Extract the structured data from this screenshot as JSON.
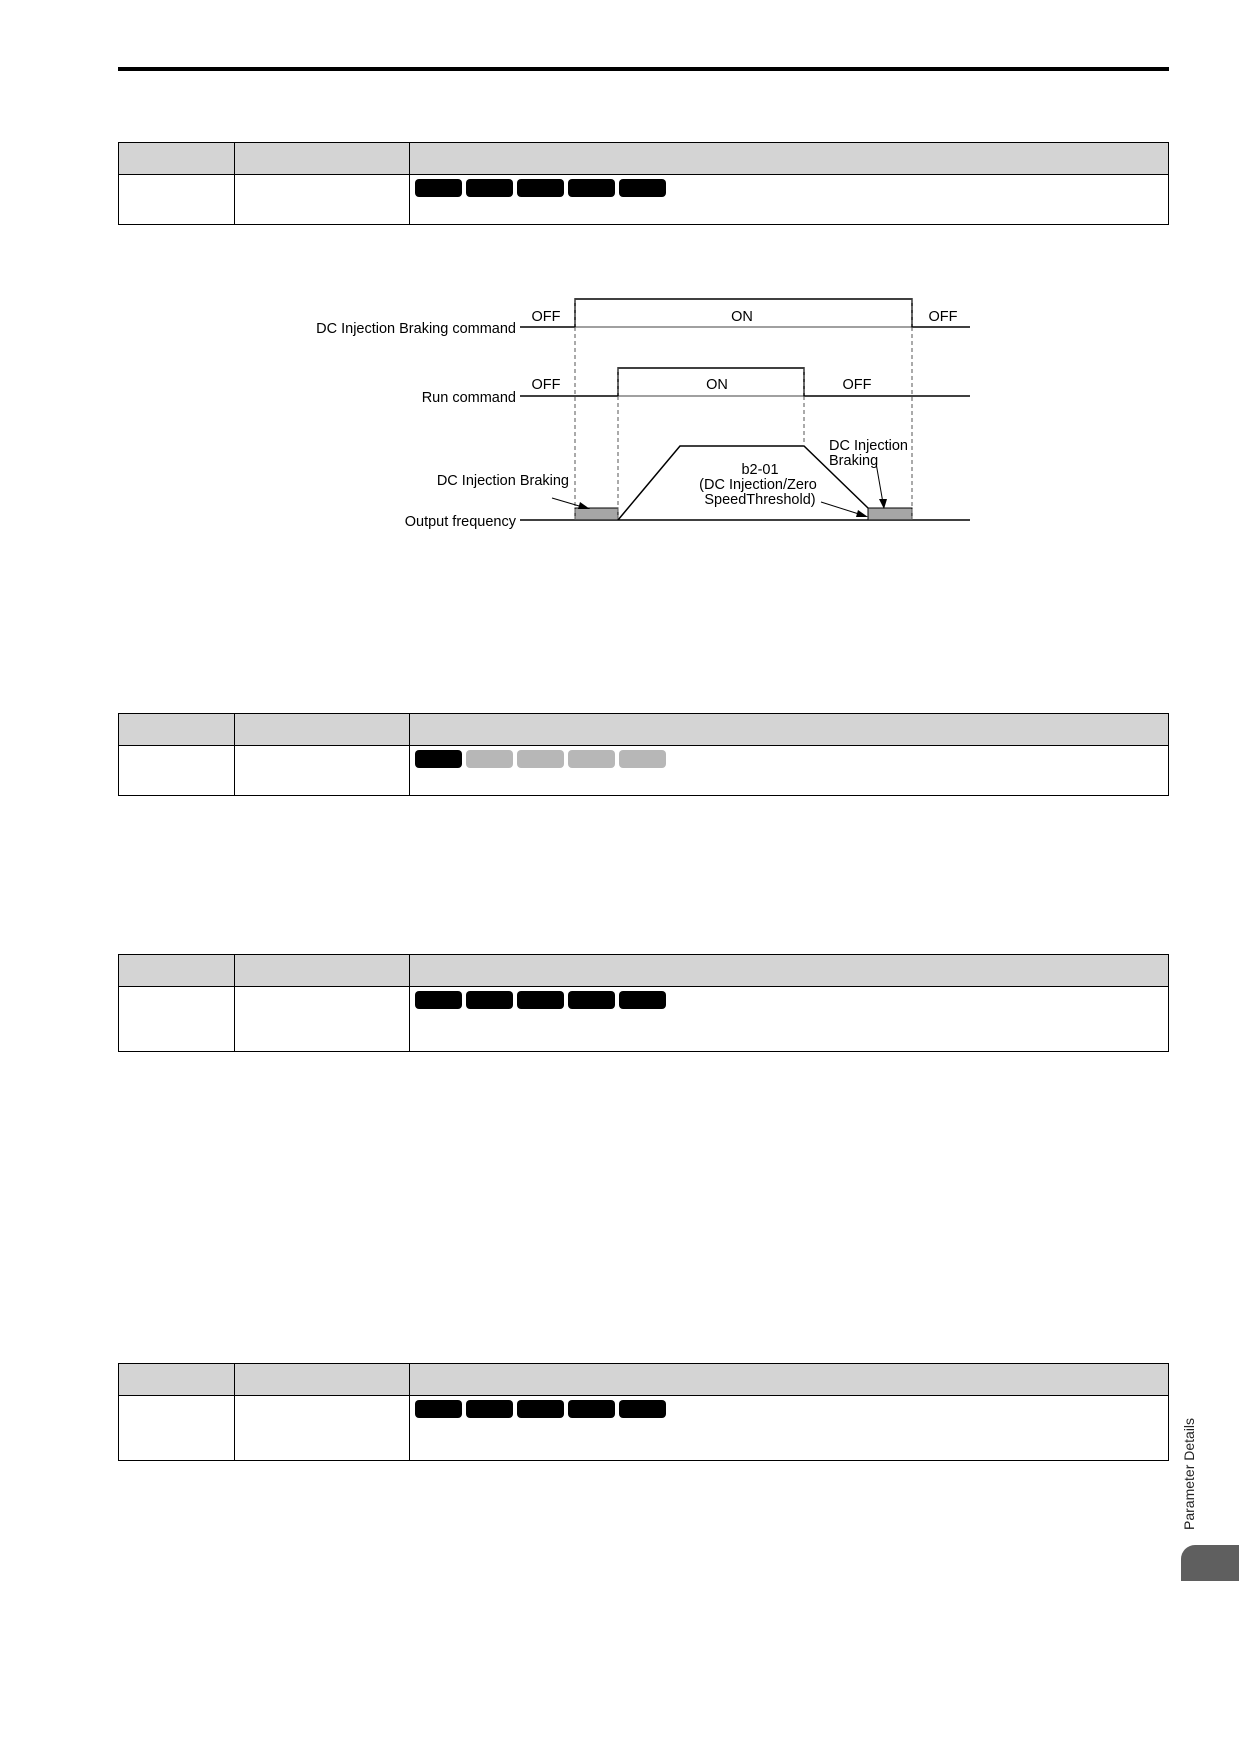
{
  "colors": {
    "header_fill": "#d4d4d4",
    "badge_active": "#000000",
    "badge_inactive": "#b7b7b7",
    "brake_block": "#a6a6a6",
    "side_tab": "#5f5f5f"
  },
  "tables": [
    {
      "id": "table-1",
      "badges": [
        "on",
        "on",
        "on",
        "on",
        "on"
      ]
    },
    {
      "id": "table-2",
      "badges": [
        "on",
        "off",
        "off",
        "off",
        "off"
      ]
    },
    {
      "id": "table-3",
      "badges": [
        "on",
        "on",
        "on",
        "on",
        "on"
      ]
    },
    {
      "id": "table-4",
      "badges": [
        "on",
        "on",
        "on",
        "on",
        "on"
      ]
    }
  ],
  "diagram": {
    "dc_cmd_label": "DC Injection Braking command",
    "run_cmd_label": "Run command",
    "output_freq_label": "Output frequency",
    "dc_cmd_off_left": "OFF",
    "dc_cmd_on": "ON",
    "dc_cmd_off_right": "OFF",
    "run_off_left": "OFF",
    "run_on": "ON",
    "run_off_right": "OFF",
    "brake_label_left": "DC Injection Braking",
    "brake_label_right_line1": "DC Injection",
    "brake_label_right_line2": "Braking",
    "threshold_line1": "b2-01",
    "threshold_line2": "(DC Injection/Zero",
    "threshold_line3": "SpeedThreshold)"
  },
  "side_tab": {
    "label": "Parameter Details"
  }
}
